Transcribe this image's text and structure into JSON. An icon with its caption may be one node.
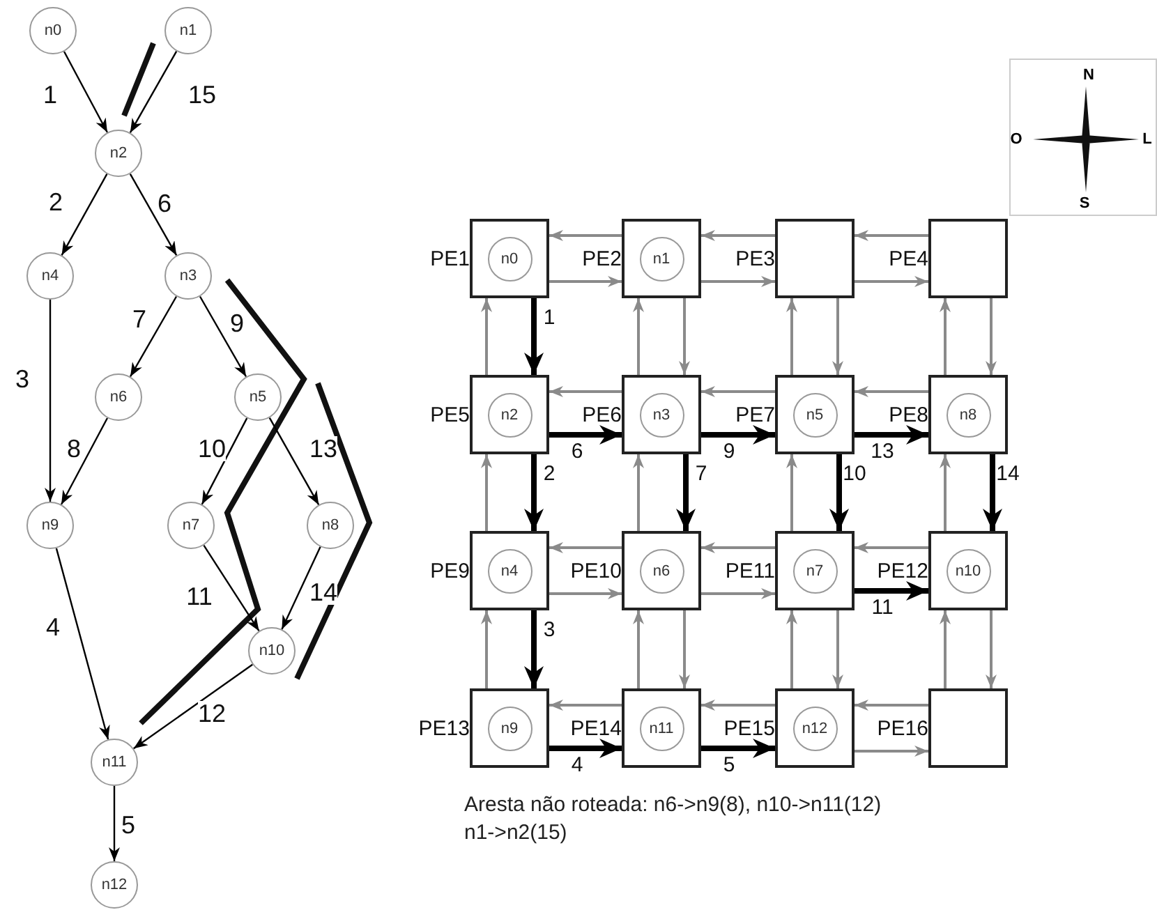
{
  "diagram": {
    "caption": "Aresta não roteada: n6->n9(8), n10->n11(12) n1->n2(15)",
    "nodes": [
      {
        "text": [
          "n0"
        ]
      },
      {
        "text": [
          "n1"
        ]
      },
      {
        "text": [
          "n2"
        ]
      },
      {
        "text": [
          "n3"
        ]
      },
      {
        "text": [
          "n4"
        ]
      },
      {
        "text": [
          "n5"
        ]
      },
      {
        "text": [
          "n6"
        ]
      },
      {
        "text": [
          "n7"
        ]
      },
      {
        "text": [
          "n8"
        ]
      },
      {
        "text": [
          "n9"
        ]
      },
      {
        "text": [
          "n10"
        ]
      },
      {
        "text": [
          "n11"
        ]
      },
      {
        "text": [
          "n12"
        ]
      },
      {
        "text": [
          "PE1"
        ]
      },
      {
        "text": [
          "PE2"
        ]
      },
      {
        "text": [
          "PE3"
        ]
      },
      {
        "text": [
          "PE4"
        ]
      },
      {
        "text": [
          "PE5"
        ]
      },
      {
        "text": [
          "PE6"
        ]
      },
      {
        "text": [
          "PE7"
        ]
      },
      {
        "text": [
          "PE8"
        ]
      },
      {
        "text": [
          "PE9"
        ]
      },
      {
        "text": [
          "PE10"
        ]
      },
      {
        "text": [
          "PE11"
        ]
      },
      {
        "text": [
          "PE12"
        ]
      },
      {
        "text": [
          "PE13"
        ]
      },
      {
        "text": [
          "PE14"
        ]
      },
      {
        "text": [
          "PE15"
        ]
      },
      {
        "text": [
          "PE16"
        ]
      },
      {
        "text": [
          "n0"
        ],
        "in": 13
      },
      {
        "text": [
          "n1"
        ],
        "in": 14
      },
      {
        "text": [
          "n2"
        ],
        "in": 17
      },
      {
        "text": [
          "n3"
        ],
        "in": 18
      },
      {
        "text": [
          "n5"
        ],
        "in": 19
      },
      {
        "text": [
          "n8"
        ],
        "in": 20
      },
      {
        "text": [
          "n4"
        ],
        "in": 21
      },
      {
        "text": [
          "n6"
        ],
        "in": 22
      },
      {
        "text": [
          "n7"
        ],
        "in": 23
      },
      {
        "text": [
          "n10"
        ],
        "in": 24
      },
      {
        "text": [
          "n9"
        ],
        "in": 25
      },
      {
        "text": [
          "n11"
        ],
        "in": 26
      },
      {
        "text": [
          "n12"
        ],
        "in": 27
      }
    ],
    "edges": [
      {
        "from": 0,
        "to": 2,
        "arrow": "to",
        "label": "1",
        "color": "#000000"
      },
      {
        "from": 1,
        "to": 2,
        "arrow": "to",
        "label": "15",
        "color": "#000000"
      },
      {
        "from": 2,
        "to": 4,
        "arrow": "to",
        "label": "2",
        "color": "#000000"
      },
      {
        "from": 2,
        "to": 3,
        "arrow": "to",
        "label": "6",
        "color": "#000000"
      },
      {
        "from": 4,
        "to": 9,
        "arrow": "to",
        "label": "3",
        "color": "#000000"
      },
      {
        "from": 3,
        "to": 6,
        "arrow": "to",
        "label": "7",
        "color": "#000000"
      },
      {
        "from": 3,
        "to": 5,
        "arrow": "to",
        "label": "9",
        "color": "#000000"
      },
      {
        "from": 6,
        "to": 9,
        "arrow": "to",
        "label": "8",
        "color": "#000000"
      },
      {
        "from": 5,
        "to": 7,
        "arrow": "to",
        "label": "10",
        "color": "#000000"
      },
      {
        "from": 5,
        "to": 8,
        "arrow": "to",
        "label": "13",
        "color": "#000000"
      },
      {
        "from": 9,
        "to": 11,
        "arrow": "to",
        "label": "4",
        "color": "#000000"
      },
      {
        "from": 7,
        "to": 10,
        "arrow": "to",
        "label": "11",
        "color": "#000000"
      },
      {
        "from": 8,
        "to": 10,
        "arrow": "to",
        "label": "14",
        "color": "#000000"
      },
      {
        "from": 10,
        "to": 11,
        "arrow": "to",
        "label": "12",
        "color": "#000000"
      },
      {
        "from": 11,
        "to": 12,
        "arrow": "to",
        "label": "5",
        "color": "#000000"
      },
      {
        "from": 14,
        "to": 13,
        "arrow": "to"
      },
      {
        "from": 13,
        "to": 14,
        "arrow": "to"
      },
      {
        "from": 15,
        "to": 14,
        "arrow": "to"
      },
      {
        "from": 14,
        "to": 15,
        "arrow": "to"
      },
      {
        "from": 16,
        "to": 15,
        "arrow": "to"
      },
      {
        "from": 15,
        "to": 16,
        "arrow": "to"
      },
      {
        "from": 18,
        "to": 17,
        "arrow": "to"
      },
      {
        "from": 17,
        "to": 18,
        "arrow": "to",
        "label": "6",
        "style": "thick",
        "color": "#000000"
      },
      {
        "from": 19,
        "to": 18,
        "arrow": "to"
      },
      {
        "from": 18,
        "to": 19,
        "arrow": "to",
        "label": "9",
        "style": "thick",
        "color": "#000000"
      },
      {
        "from": 20,
        "to": 19,
        "arrow": "to"
      },
      {
        "from": 19,
        "to": 20,
        "arrow": "to",
        "label": "13",
        "style": "thick",
        "color": "#000000"
      },
      {
        "from": 22,
        "to": 21,
        "arrow": "to"
      },
      {
        "from": 21,
        "to": 22,
        "arrow": "to"
      },
      {
        "from": 23,
        "to": 22,
        "arrow": "to"
      },
      {
        "from": 22,
        "to": 23,
        "arrow": "to"
      },
      {
        "from": 24,
        "to": 23,
        "arrow": "to"
      },
      {
        "from": 23,
        "to": 24,
        "arrow": "to",
        "label": "11",
        "style": "thick",
        "color": "#000000"
      },
      {
        "from": 26,
        "to": 25,
        "arrow": "to"
      },
      {
        "from": 25,
        "to": 26,
        "arrow": "to",
        "label": "4",
        "style": "thick",
        "color": "#000000"
      },
      {
        "from": 27,
        "to": 26,
        "arrow": "to"
      },
      {
        "from": 26,
        "to": 27,
        "arrow": "to",
        "label": "5",
        "style": "thick",
        "color": "#000000"
      },
      {
        "from": 28,
        "to": 27,
        "arrow": "to"
      },
      {
        "from": 27,
        "to": 28,
        "arrow": "to"
      },
      {
        "from": 17,
        "to": 13,
        "arrow": "to"
      },
      {
        "from": 13,
        "to": 17,
        "arrow": "to",
        "label": "1",
        "style": "thick",
        "color": "#000000"
      },
      {
        "from": 18,
        "to": 14,
        "arrow": "to"
      },
      {
        "from": 14,
        "to": 18,
        "arrow": "to"
      },
      {
        "from": 19,
        "to": 15,
        "arrow": "to"
      },
      {
        "from": 15,
        "to": 19,
        "arrow": "to"
      },
      {
        "from": 20,
        "to": 16,
        "arrow": "to"
      },
      {
        "from": 16,
        "to": 20,
        "arrow": "to"
      },
      {
        "from": 21,
        "to": 17,
        "arrow": "to"
      },
      {
        "from": 17,
        "to": 21,
        "arrow": "to",
        "label": "2",
        "style": "thick",
        "color": "#000000"
      },
      {
        "from": 22,
        "to": 18,
        "arrow": "to"
      },
      {
        "from": 18,
        "to": 22,
        "arrow": "to",
        "label": "7",
        "style": "thick",
        "color": "#000000"
      },
      {
        "from": 23,
        "to": 19,
        "arrow": "to"
      },
      {
        "from": 19,
        "to": 23,
        "arrow": "to",
        "label": "10",
        "style": "thick",
        "color": "#000000"
      },
      {
        "from": 24,
        "to": 20,
        "arrow": "to"
      },
      {
        "from": 20,
        "to": 24,
        "arrow": "to",
        "label": "14",
        "style": "thick",
        "color": "#000000"
      },
      {
        "from": 25,
        "to": 21,
        "arrow": "to"
      },
      {
        "from": 21,
        "to": 25,
        "arrow": "to",
        "label": "3",
        "style": "thick",
        "color": "#000000"
      },
      {
        "from": 26,
        "to": 22,
        "arrow": "to"
      },
      {
        "from": 22,
        "to": 26,
        "arrow": "to"
      },
      {
        "from": 27,
        "to": 23,
        "arrow": "to"
      },
      {
        "from": 23,
        "to": 27,
        "arrow": "to"
      },
      {
        "from": 28,
        "to": 24,
        "arrow": "to"
      },
      {
        "from": 24,
        "to": 28,
        "arrow": "to"
      }
    ],
    "labels": [
      "N",
      "O",
      "L",
      "S"
    ]
  }
}
